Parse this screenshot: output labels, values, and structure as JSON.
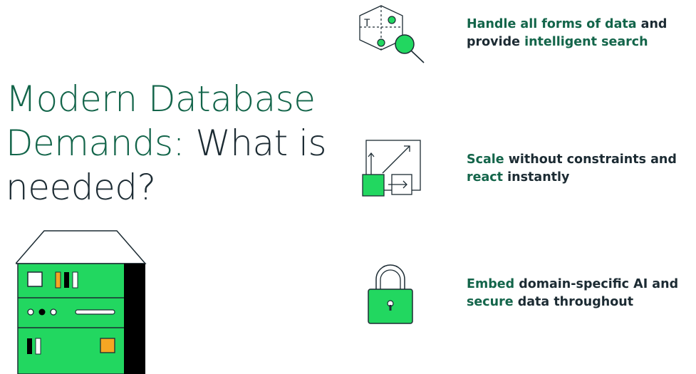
{
  "colors": {
    "accent_green": "#13654a",
    "bright_green": "#22d760",
    "text_dark": "#1c2b33",
    "orange": "#f5a623"
  },
  "title": {
    "green_part": "Modern Database Demands:",
    "dark_part": "What is needed?"
  },
  "features": [
    {
      "icon": "search-data-cube-icon",
      "segments": [
        {
          "text": "Handle all forms of data",
          "accent": true
        },
        {
          "text": " and provide ",
          "accent": false
        },
        {
          "text": "intelligent search",
          "accent": true
        }
      ]
    },
    {
      "icon": "scale-arrows-icon",
      "segments": [
        {
          "text": "Scale",
          "accent": true
        },
        {
          "text": " without constraints and ",
          "accent": false
        },
        {
          "text": "react",
          "accent": true
        },
        {
          "text": " instantly",
          "accent": false
        }
      ]
    },
    {
      "icon": "padlock-icon",
      "segments": [
        {
          "text": "Embed",
          "accent": true
        },
        {
          "text": " domain-specific AI and ",
          "accent": false
        },
        {
          "text": "secure",
          "accent": true
        },
        {
          "text": " data throughout",
          "accent": false
        }
      ]
    }
  ],
  "illustration": "server-rack-icon"
}
